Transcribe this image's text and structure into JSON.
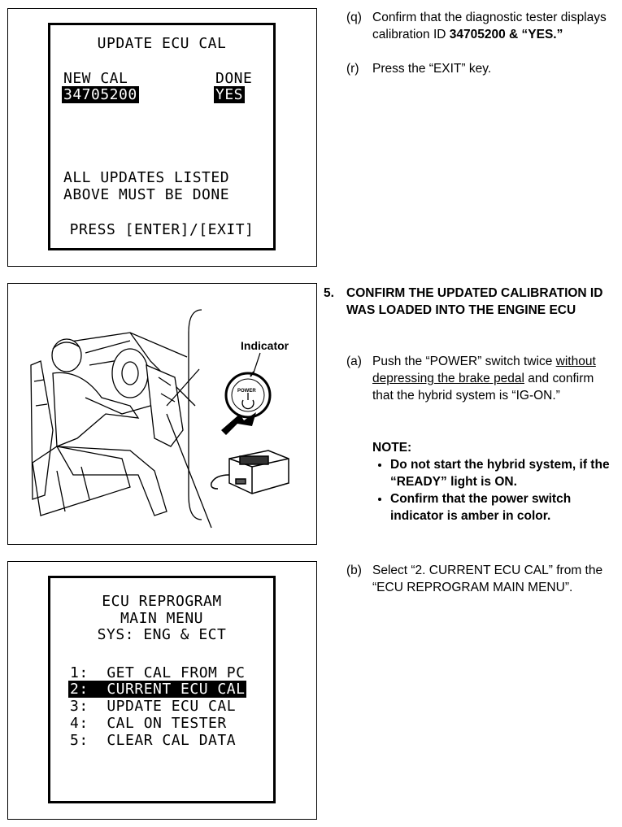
{
  "screen1": {
    "title": "UPDATE ECU CAL",
    "new_cal_label": "NEW CAL",
    "done_label": "DONE",
    "cal_id": "34705200",
    "done_value": "YES",
    "notice_line1": "ALL UPDATES LISTED",
    "notice_line2": "ABOVE MUST BE DONE",
    "press_line": "PRESS [ENTER]/[EXIT]"
  },
  "figure2": {
    "indicator_label": "Indicator",
    "power_label": "POWER"
  },
  "screen3": {
    "title_line1": "ECU REPROGRAM",
    "title_line2": "MAIN MENU",
    "title_line3": "SYS: ENG & ECT",
    "menu": [
      "1:  GET CAL FROM PC",
      "2:  CURRENT ECU CAL",
      "3:  UPDATE ECU CAL",
      "4:  CAL ON TESTER",
      "5:  CLEAR CAL DATA"
    ]
  },
  "steps": {
    "q_marker": "(q)",
    "q_text_a": "Confirm that the diagnostic tester displays calibration ID ",
    "q_text_b": "34705200 & “YES.”",
    "r_marker": "(r)",
    "r_text": "Press the “EXIT” key.",
    "s5_marker": "5.",
    "s5_text": "CONFIRM THE UPDATED CALIBRATION ID WAS LOADED INTO THE ENGINE ECU",
    "a_marker": "(a)",
    "a_text_a": "Push the “POWER” switch twice ",
    "a_text_u": "without depressing the brake pedal",
    "a_text_b": " and confirm that the hybrid system is “IG-ON.”",
    "note_label": "NOTE:",
    "notes": [
      "Do not start the hybrid system, if the “READY” light is ON.",
      "Confirm that the power switch indicator is amber in color."
    ],
    "b_marker": "(b)",
    "b_text": "Select “2. CURRENT ECU CAL” from the “ECU REPROGRAM MAIN MENU”."
  }
}
